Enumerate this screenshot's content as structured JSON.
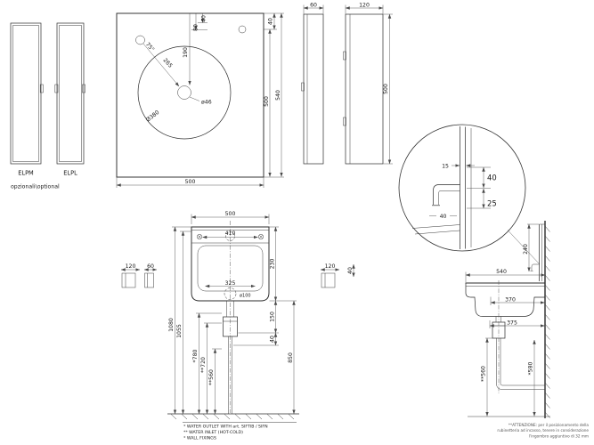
{
  "drawing": {
    "optional_panels": {
      "elpm": "ELPM",
      "elpl": "ELPL",
      "caption": "opzionali\\optional"
    },
    "plan": {
      "d80": "80",
      "d40_top": "40",
      "d40_right": "40",
      "d75": "75°",
      "d265": "265",
      "d190": "190",
      "dia380": "Ø380",
      "dia46": "ø46",
      "d500_bottom": "500",
      "d500_right": "500",
      "d540": "540"
    },
    "panels_side": {
      "d60": "60",
      "d120": "120",
      "d500": "500"
    },
    "detail": {
      "d15": "15",
      "d40_upper": "40",
      "d25": "25",
      "d40_lower": "40"
    },
    "front": {
      "d500": "500",
      "d410": "410",
      "d230": "230",
      "d120_left": "120",
      "d60_left": "60",
      "d120_right": "120",
      "d40_right": "40",
      "d325": "325",
      "d100": "ø100",
      "d150": "150",
      "d40_bottom": "40",
      "d1080": "1080",
      "d1055": "1055",
      "d780": "*780",
      "d720": "**720",
      "d560": "**560",
      "d850": "850"
    },
    "side": {
      "d540": "540",
      "d240": "240",
      "d370": "370",
      "d375": "375",
      "d560": "**560",
      "d580": "*580"
    },
    "notes": {
      "line1": "*  WATER OUTLET WITH art. SIFTIB / SIFN",
      "line2": "** WATER INLET (HOT-COLD)",
      "line3": "*  WALL FIXINGS"
    },
    "warning": {
      "line1": "**ATTENZIONE: per il posizionamento della",
      "line2": "rubinetteria ad incasso, tenere in considerazione",
      "line3": "l'ingombro aggiuntivo di 32 mm"
    }
  }
}
